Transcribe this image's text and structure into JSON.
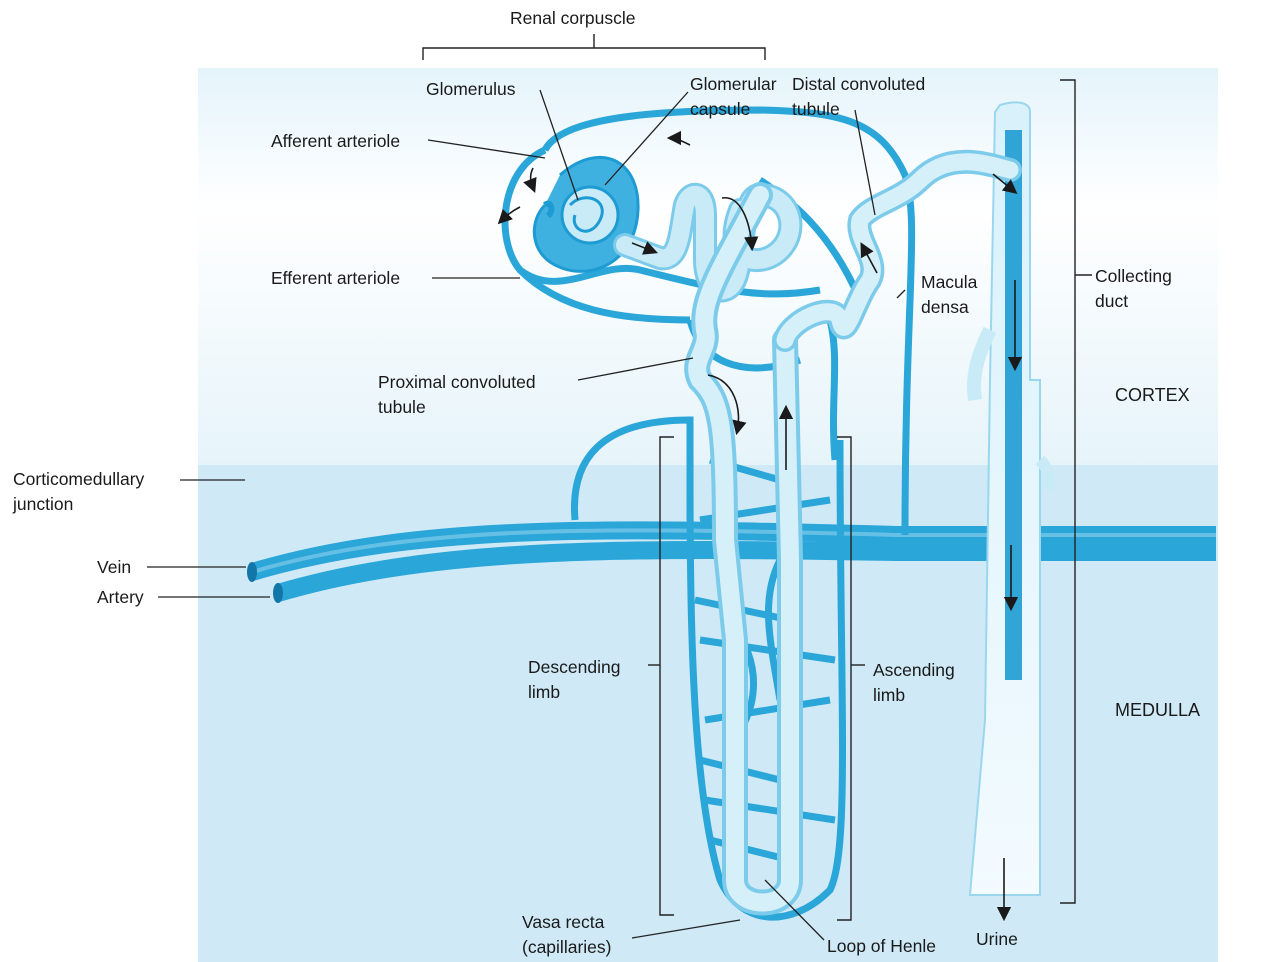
{
  "labels": {
    "renal_corpuscle": "Renal corpuscle",
    "glomerulus": "Glomerulus",
    "glomerular_capsule": "Glomerular\ncapsule",
    "distal_convoluted_tubule": "Distal convoluted\ntubule",
    "afferent_arteriole": "Afferent arteriole",
    "efferent_arteriole": "Efferent arteriole",
    "macula_densa": "Macula\ndensa",
    "collecting_duct": "Collecting\nduct",
    "proximal_convoluted_tubule": "Proximal convoluted\ntubule",
    "corticomedullary_junction": "Corticomedullary\njunction",
    "vein": "Vein",
    "artery": "Artery",
    "descending_limb": "Descending\nlimb",
    "ascending_limb": "Ascending\nlimb",
    "vasa_recta": "Vasa recta\n(capillaries)",
    "loop_of_henle": "Loop of Henle",
    "urine": "Urine"
  },
  "regions": {
    "cortex": "CORTEX",
    "medulla": "MEDULLA"
  },
  "colors": {
    "cortex_bg_top": "#ffffff",
    "cortex_bg_bottom": "#e8f5fb",
    "medulla_bg": "#cfe9f6",
    "vessel": "#2aa6d9",
    "tubule": "#c9ebf8",
    "tubule_edge": "#7ccbeb",
    "duct_core": "#1e9bd3",
    "leader_line": "#222222"
  }
}
